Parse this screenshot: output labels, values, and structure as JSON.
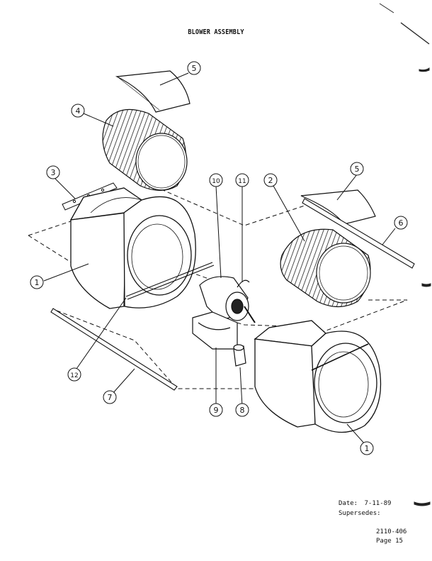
{
  "title": "BLOWER ASSEMBLY",
  "callouts": [
    {
      "id": "c5a",
      "label": "5"
    },
    {
      "id": "c4",
      "label": "4"
    },
    {
      "id": "c3",
      "label": "3"
    },
    {
      "id": "c1a",
      "label": "1"
    },
    {
      "id": "c10",
      "label": "10"
    },
    {
      "id": "c11",
      "label": "11"
    },
    {
      "id": "c2",
      "label": "2"
    },
    {
      "id": "c5b",
      "label": "5"
    },
    {
      "id": "c6",
      "label": "6"
    },
    {
      "id": "c12",
      "label": "12"
    },
    {
      "id": "c7",
      "label": "7"
    },
    {
      "id": "c9",
      "label": "9"
    },
    {
      "id": "c8",
      "label": "8"
    },
    {
      "id": "c1b",
      "label": "1"
    }
  ],
  "footer": {
    "date_label": "Date:",
    "date_value": "7-11-89",
    "supersedes_label": "Supersedes:",
    "doc_number": "2110-406",
    "page": "Page 15"
  }
}
